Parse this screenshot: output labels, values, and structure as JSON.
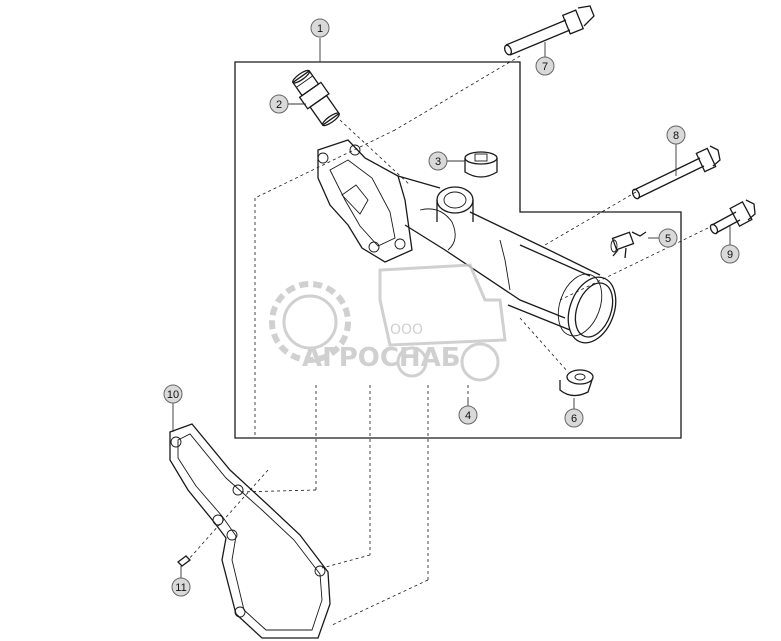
{
  "callouts": [
    {
      "id": "1",
      "label": "1"
    },
    {
      "id": "2",
      "label": "2"
    },
    {
      "id": "3",
      "label": "3"
    },
    {
      "id": "4",
      "label": "4"
    },
    {
      "id": "5",
      "label": "5"
    },
    {
      "id": "6",
      "label": "6"
    },
    {
      "id": "7",
      "label": "7"
    },
    {
      "id": "8",
      "label": "8"
    },
    {
      "id": "9",
      "label": "9"
    },
    {
      "id": "10",
      "label": "10"
    },
    {
      "id": "11",
      "label": "11"
    }
  ],
  "watermark": {
    "prefix": "ООО",
    "name": "АГРОСНАБ"
  },
  "colors": {
    "line": "#1a1a1a",
    "callout_fill": "#d9d9d9",
    "watermark": "#c8c8c8"
  }
}
